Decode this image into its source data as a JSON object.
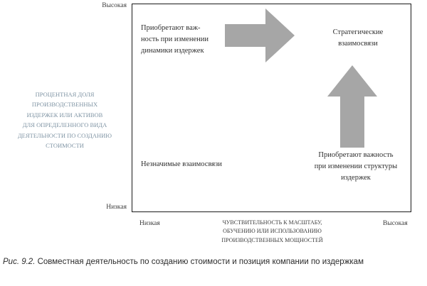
{
  "diagram": {
    "arrow_color": "#a6a6a6",
    "y_axis": {
      "top_label": "Высокая",
      "bottom_label": "Низкая",
      "title": "ПРОЦЕНТНАЯ ДОЛЯ\nПРОИЗВОДСТВЕННЫХ\nИЗДЕРЖЕК ИЛИ АКТИВОВ\nДЛЯ ОПРЕДЕЛЕННОГО ВИДА\nДЕЯТЕЛЬНОСТИ ПО СОЗДАНИЮ\nСТОИМОСТИ"
    },
    "x_axis": {
      "left_label": "Низкая",
      "right_label": "Высокая",
      "title": "ЧУВСТВИТЕЛЬНОСТЬ К МАСШТАБУ,\nОБУЧЕНИЮ ИЛИ ИСПОЛЬЗОВАНИЮ\nПРОИЗВОДСТВЕННЫХ МОЩНОСТЕЙ"
    },
    "quadrants": {
      "top_left": "Приобретают важ-\nность при изменении\nдинамики издержек",
      "top_right": "Стратегические\nвзаимосвязи",
      "bottom_left": "Незначимые взаимосвязи",
      "bottom_right": "Приобретают важность\nпри изменении структуры\nиздержек"
    }
  },
  "caption": {
    "label": "Рис. 9.2.",
    "text": " Совместная деятельность по созданию стоимости и позиция компании по издержкам"
  }
}
